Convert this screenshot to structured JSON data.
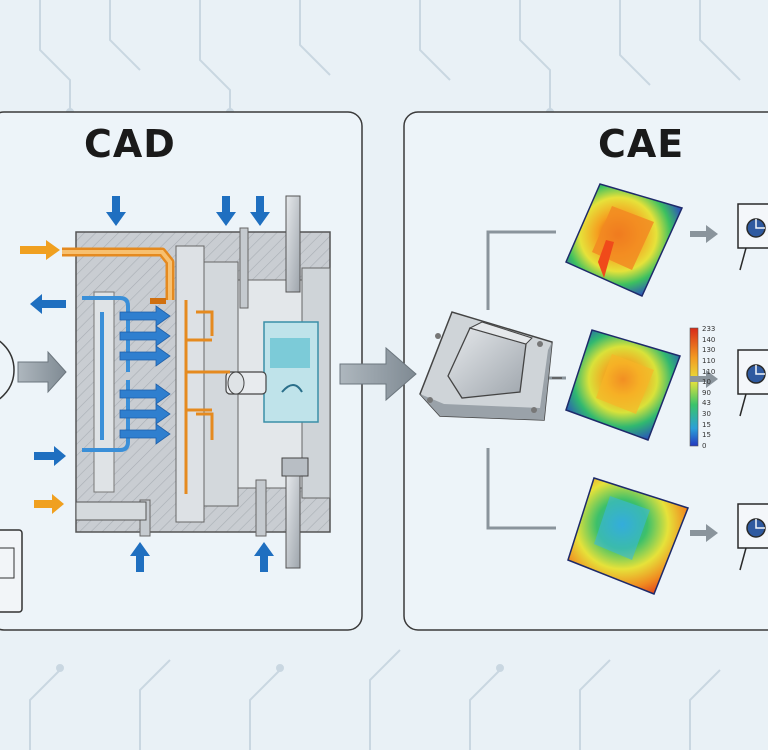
{
  "panels": {
    "cad": {
      "title": "CAD"
    },
    "cae": {
      "title": "CAE"
    }
  },
  "legend": {
    "values": [
      "233",
      "140",
      "130",
      "110",
      "110",
      "10",
      "90",
      "43",
      "30",
      "15",
      "15",
      "0"
    ]
  },
  "colors": {
    "background": "#e9f1f6",
    "panel_fill": "#edf4f9",
    "panel_border": "#3a3a3a",
    "flow_arrow": "#1f6fc0",
    "inlet_arrow": "#f0a020",
    "cooling_channel": "#3a8fd8",
    "hot_runner": "#e58a1f",
    "mold_steel": "#c7ccd1",
    "connector": "#8a949c"
  },
  "icons": [
    "flow-arrow-icon",
    "chart-board-icon",
    "mold-block-icon",
    "heatmap-part-icon"
  ]
}
